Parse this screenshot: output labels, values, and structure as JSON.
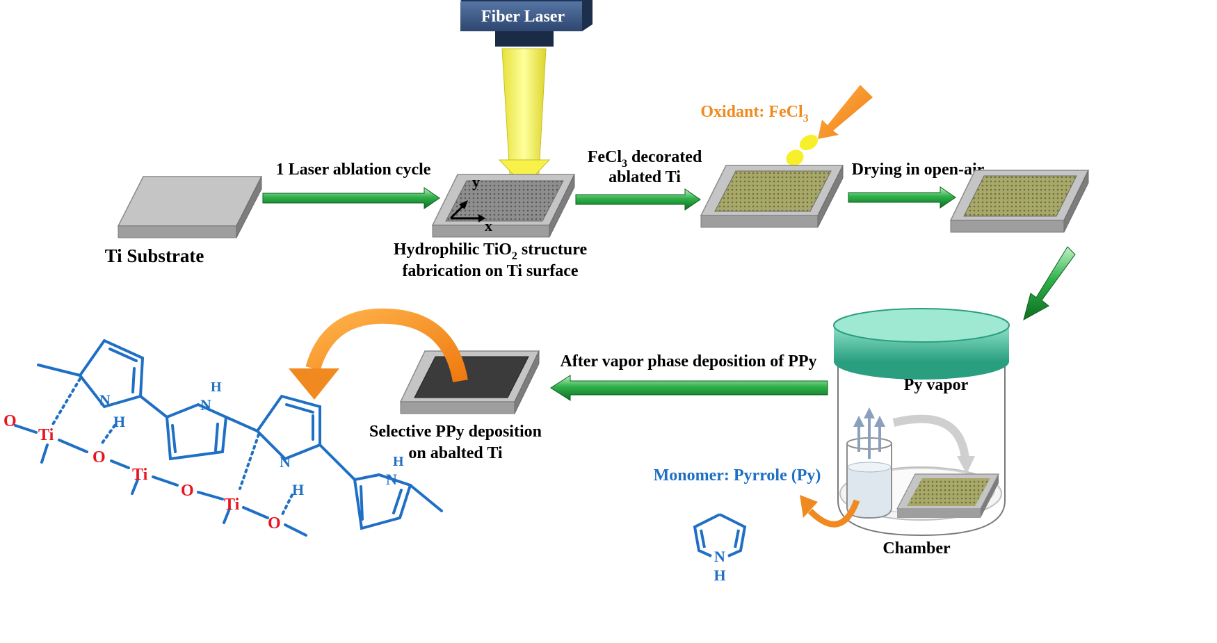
{
  "labels": {
    "fiber_laser": "Fiber Laser",
    "ti_substrate": "Ti Substrate",
    "step1": "1 Laser ablation cycle",
    "axis_y": "y",
    "axis_x": "x",
    "hydrophilic_line1_pre": "Hydrophilic TiO",
    "hydrophilic_line1_sub": "2",
    "hydrophilic_line1_post": " structure",
    "hydrophilic_line2": "fabrication on Ti surface",
    "fecl3_dec_line1_pre": "FeCl",
    "fecl3_dec_line1_sub": "3",
    "fecl3_dec_line1_post": " decorated",
    "fecl3_dec_line2": "ablated Ti",
    "oxidant_pre": "Oxidant:  FeCl",
    "oxidant_sub": "3",
    "drying": "Drying in open-air",
    "after_vapor": "After vapor phase deposition of PPy",
    "py_vapor": "Py vapor",
    "monomer": "Monomer: Pyrrole (Py)",
    "chamber": "Chamber",
    "selective_line1": "Selective PPy deposition",
    "selective_line2": "on abalted Ti"
  },
  "molecule": {
    "atom_n": "N",
    "atom_h": "H",
    "atom_ti": "Ti",
    "atom_o": "O"
  },
  "colors": {
    "arrow_green": "#1f9a3a",
    "laser_head": "#2f4a72",
    "beam_yellow": "#f5f26a",
    "substrate": "#b9b9b9",
    "oxidant_orange": "#f08a20",
    "bond_blue": "#1f6fc4",
    "atom_red": "#e8141e",
    "lid_teal": "#3fbf9f"
  }
}
